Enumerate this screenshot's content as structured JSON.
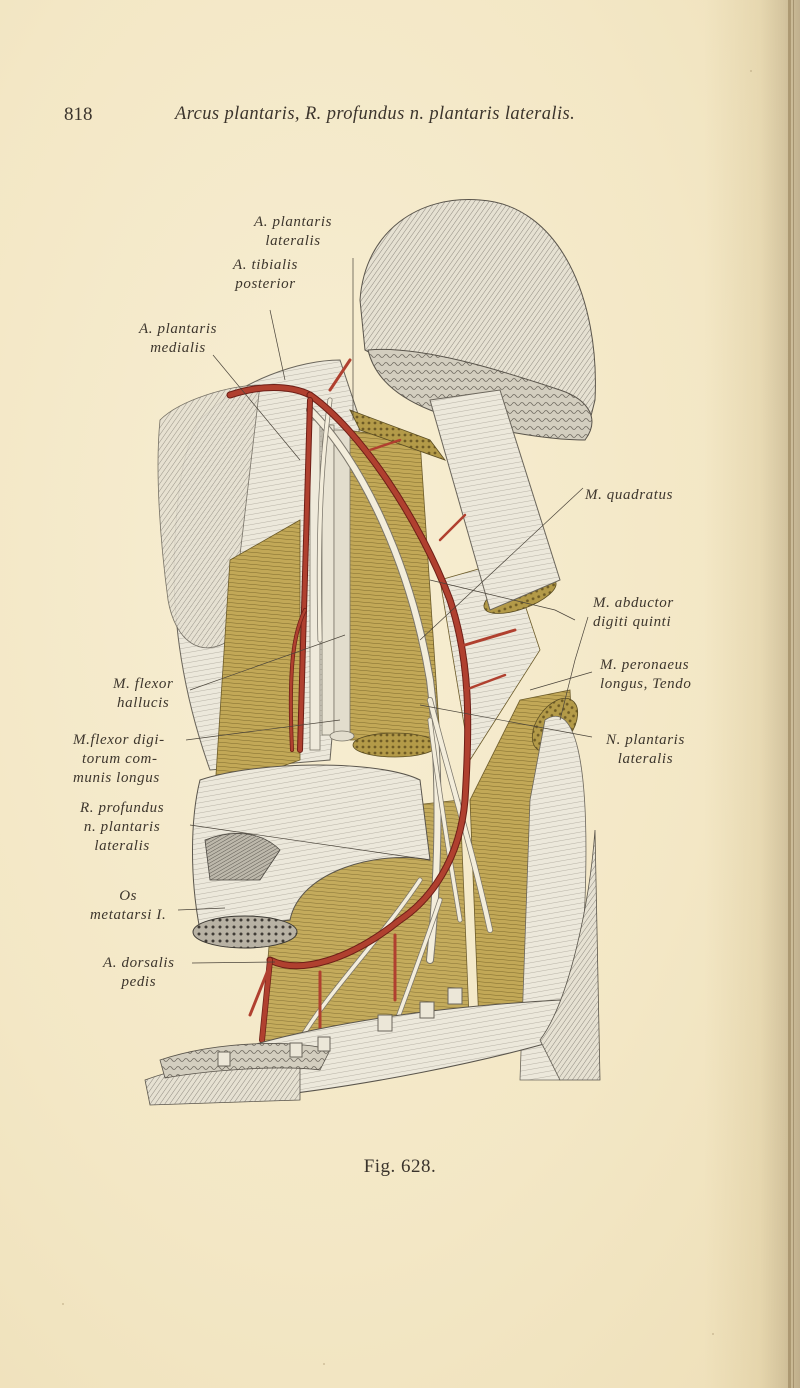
{
  "page": {
    "number": "818",
    "running_title": "Arcus plantaris, R. profundus n. plantaris lateralis.",
    "figure_caption": "Fig. 628.",
    "background_color": "#f4e9c9",
    "artery_color": "#a8372a",
    "nerve_color": "#f1ead4",
    "muscle_color": "#b59a45",
    "tendon_color": "#d9d4c4"
  },
  "figure": {
    "subject": "plantar view of foot with arteries, nerves and muscles",
    "labels": {
      "a_plantaris_lateralis": [
        "A. plantaris",
        "lateralis"
      ],
      "a_tibialis_posterior": [
        "A. tibialis",
        "posterior"
      ],
      "a_plantaris_medialis": [
        "A. plantaris",
        "medialis"
      ],
      "m_quadratus": [
        "M. quadratus"
      ],
      "m_abductor_digiti_quinti": [
        "M. abductor",
        "digiti quinti"
      ],
      "m_peronaeus_longus": [
        "M. peronaeus",
        "longus, Tendo"
      ],
      "n_plantaris_lateralis": [
        "N. plantaris",
        "lateralis"
      ],
      "m_flexor_hallucis": [
        "M. flexor",
        "hallucis"
      ],
      "m_flexor_digitorum": [
        "M.flexor digi-",
        "torum com-",
        "munis longus"
      ],
      "r_profundus": [
        "R. profundus",
        "n. plantaris",
        "lateralis"
      ],
      "os_metatarsi": [
        "Os",
        "metatarsi I."
      ],
      "a_dorsalis_pedis": [
        "A. dorsalis",
        "pedis"
      ]
    }
  }
}
